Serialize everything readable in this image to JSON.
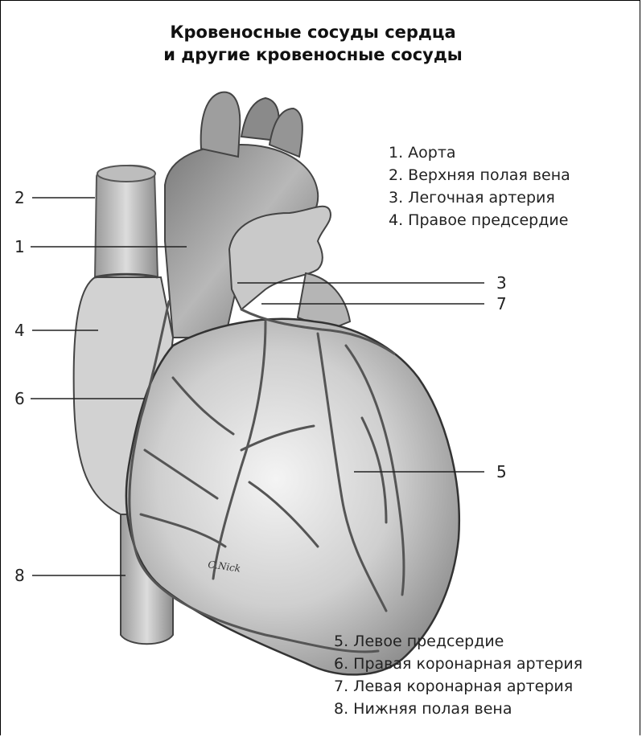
{
  "title": {
    "line1": "Кровеносные сосуды сердца",
    "line2": "и другие кровеносные сосуды"
  },
  "legend_top": [
    "1. Аорта",
    "2. Верхняя полая вена",
    "3. Легочная артерия",
    "4. Правое предсердие"
  ],
  "legend_bottom": [
    "5. Левое предсердие",
    "6. Правая коронарная артерия",
    "7. Левая коронарная артерия",
    "8. Нижняя полая вена"
  ],
  "callouts": {
    "c1": "1",
    "c2": "2",
    "c3": "3",
    "c4": "4",
    "c5": "5",
    "c6": "6",
    "c7": "7",
    "c8": "8"
  },
  "signature": "C.Nick"
}
